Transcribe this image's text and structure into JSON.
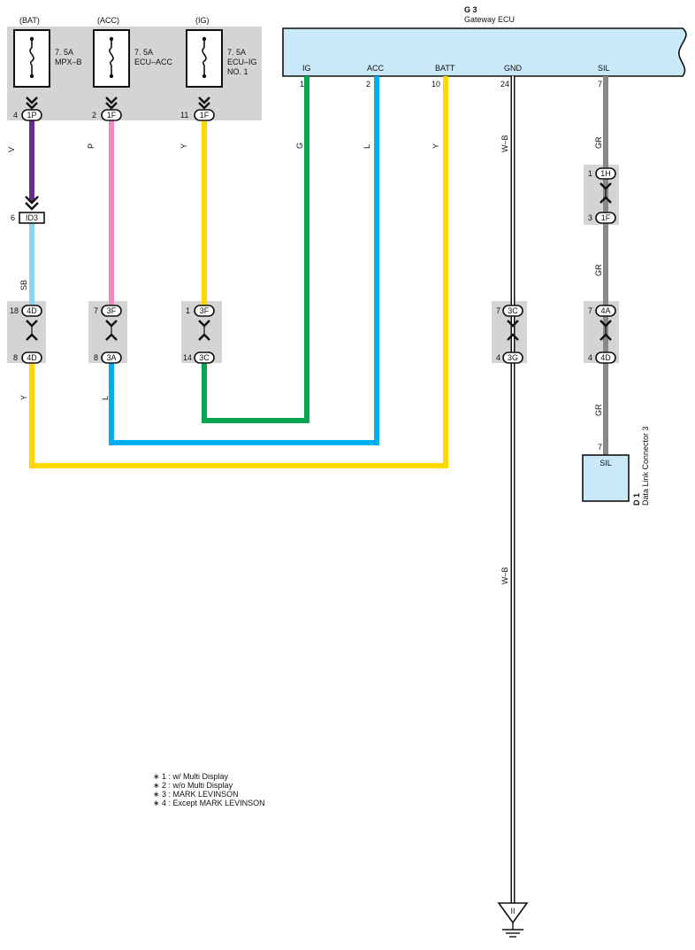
{
  "fuses": [
    {
      "id": "fuse-bat",
      "supply": "(BAT)",
      "amp": "7. 5A",
      "name": [
        "MPX–B"
      ],
      "pin": "4",
      "conn": "1P",
      "wire": "V"
    },
    {
      "id": "fuse-acc",
      "supply": "(ACC)",
      "amp": "7. 5A",
      "name": [
        "ECU–ACC"
      ],
      "pin": "2",
      "conn": "1F",
      "wire": "P"
    },
    {
      "id": "fuse-ig",
      "supply": "(IG)",
      "amp": "7. 5A",
      "name": [
        "ECU–IG",
        "NO. 1"
      ],
      "pin": "11",
      "conn": "1F",
      "wire": "Y"
    }
  ],
  "ecu": {
    "code": "G 3",
    "name": "Gateway ECU",
    "pins": [
      {
        "label": "IG",
        "num": "1",
        "wire": "G"
      },
      {
        "label": "ACC",
        "num": "2",
        "wire": "L"
      },
      {
        "label": "BATT",
        "num": "10",
        "wire": "Y"
      },
      {
        "label": "GND",
        "num": "24",
        "wire": "W–B"
      },
      {
        "label": "SIL",
        "num": "7",
        "wire": "GR"
      }
    ]
  },
  "id3": {
    "pin": "6",
    "label": "ID3",
    "wire": "SB"
  },
  "junctions": [
    {
      "top_pin": "18",
      "top_conn": "4D",
      "bot_pin": "8",
      "bot_conn": "4D",
      "wire_below": "Y"
    },
    {
      "top_pin": "7",
      "top_conn": "3F",
      "bot_pin": "8",
      "bot_conn": "3A",
      "wire_below": "L"
    },
    {
      "top_pin": "1",
      "top_conn": "3F",
      "bot_pin": "14",
      "bot_conn": "3C",
      "wire_below": ""
    },
    {
      "top_pin": "7",
      "top_conn": "3C",
      "bot_pin": "4",
      "bot_conn": "3G",
      "wire_below": "W–B"
    },
    {
      "top_pin": "7",
      "top_conn": "4A",
      "bot_pin": "4",
      "bot_conn": "4D",
      "wire_below": "GR"
    }
  ],
  "sil_upper": {
    "top_pin": "1",
    "top_conn": "1H",
    "bot_pin": "3",
    "bot_conn": "1F",
    "wire_between": "GR"
  },
  "dlc": {
    "pin": "7",
    "label": "SIL",
    "code": "D 1",
    "name": "Data Link Connector 3"
  },
  "notes": [
    "∗ 1 : w/ Multi Display",
    "∗ 2 : w/o Multi Display",
    "∗ 3 : MARK LEVINSON",
    "∗ 4 : Except MARK LEVINSON"
  ],
  "ground_symbol": "II",
  "colors": {
    "violet": "#6a2c8f",
    "pink": "#f28ac0",
    "yellow": "#ffd800",
    "green": "#0aa550",
    "blue": "#00aeef",
    "skyblue": "#8fd3f0",
    "gray": "#888888",
    "panel": "#d4d4d4",
    "ecu_fill": "#c9e9f8",
    "dlc_fill": "#c9e9f8"
  }
}
